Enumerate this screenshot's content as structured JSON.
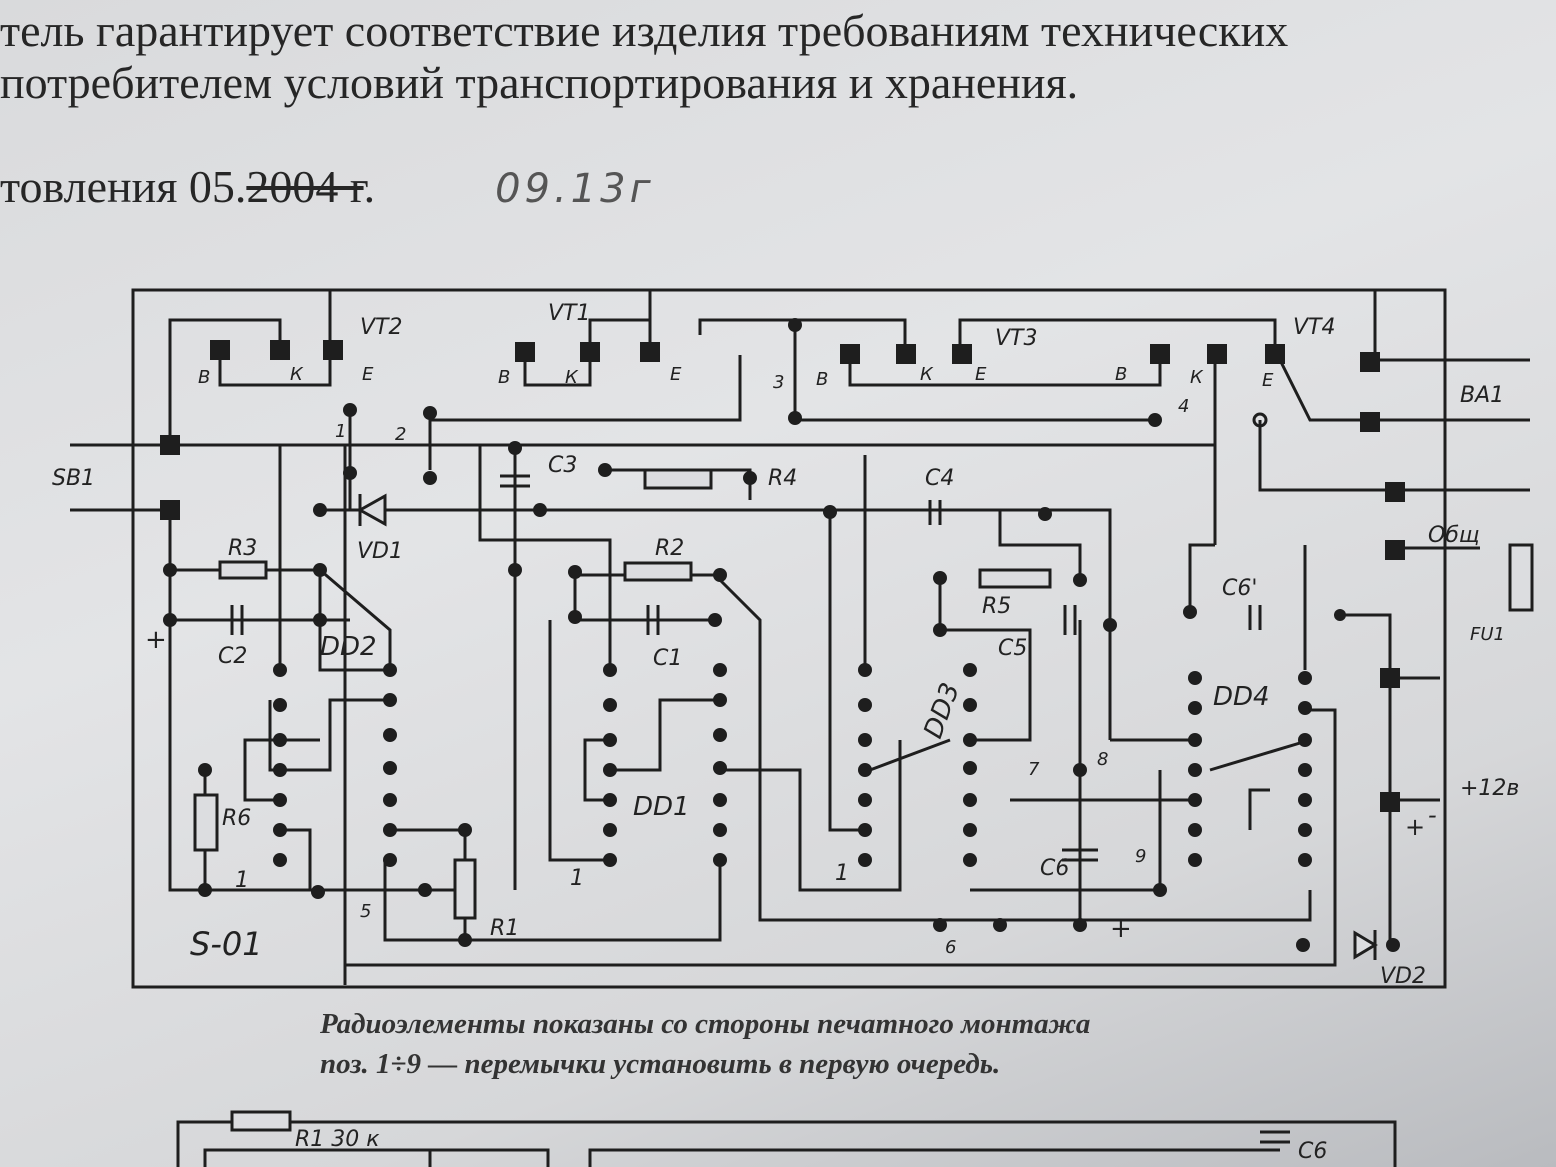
{
  "document": {
    "line1": "тель гарантирует соответствие изделия требованиям технических",
    "line2": "потребителем условий транспортирования и хранения.",
    "line3_prefix": "товления 05.",
    "line3_struck": "2004 г",
    "line3_suffix": ".",
    "handwritten_date": "09.13г"
  },
  "diagram": {
    "transistors": [
      "VT2",
      "VT1",
      "VT3",
      "VT4"
    ],
    "pin_letters": [
      "В",
      "К",
      "Е"
    ],
    "chips": [
      "DD1",
      "DD2",
      "DD3",
      "DD4"
    ],
    "resistors": [
      "R1",
      "R2",
      "R3",
      "R4",
      "R5",
      "R6"
    ],
    "capacitors": [
      "C1",
      "C2",
      "C3",
      "C4",
      "C5",
      "C6",
      "C6'"
    ],
    "diodes": [
      "VD1",
      "VD2"
    ],
    "connectors": [
      "SB1",
      "BA1",
      "Общ",
      "FU1",
      "+12в"
    ],
    "board_name": "S-01",
    "jumper_numbers": [
      "1",
      "2",
      "3",
      "4",
      "5",
      "6",
      "7",
      "8",
      "9"
    ],
    "plus_sign": "+",
    "minus_sign": "-"
  },
  "caption": {
    "line1": "Радиоэлементы показаны со стороны печатного монтажа",
    "line2": "поз. 1÷9 — перемычки установить в первую очередь."
  },
  "bottom_diagram": {
    "r1_label": "R1  30 к",
    "c6_label": "C6"
  }
}
